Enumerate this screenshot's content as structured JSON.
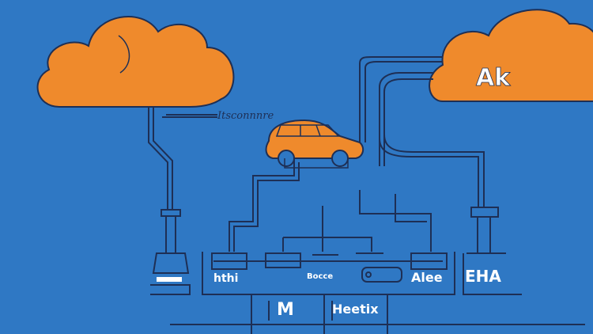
{
  "colors": {
    "background": "#2f78c4",
    "cloud": "#ef8a2c",
    "line": "#1e2f55",
    "text_light": "#ffffff"
  },
  "labels": {
    "connector_text": "Itsconnnre",
    "right_cloud_text": "Ak",
    "node_1": "hthi",
    "node_2": "Bocce",
    "node_3": "Alee",
    "node_4": "EHA",
    "lower_1": "M",
    "lower_2": "Heetix"
  },
  "icons": {
    "left_cloud": "cloud-icon",
    "right_cloud": "cloud-icon",
    "vehicle": "car-icon"
  }
}
